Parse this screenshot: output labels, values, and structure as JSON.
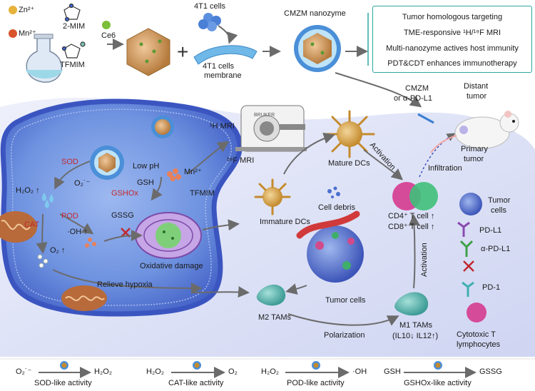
{
  "top": {
    "zn": "Zn²⁺",
    "mn": "Mn²⁺",
    "mim": "2-MIM",
    "tfmim": "TFMIM",
    "ce6": "Ce6",
    "cells": "4T1 cells",
    "membrane1": "4T1 cells",
    "membrane2": "membrane",
    "nanozyme": "CMZM nanozyme"
  },
  "features": [
    "Tumor homologous targeting",
    "TME-responsive ¹H/¹⁹F MRI",
    "Multi-nanozyme actives host immunity",
    "PDT&CDT enhances immunotherapy"
  ],
  "cell": {
    "sod": "SOD",
    "o2minus": "O₂˙⁻",
    "h2o2": "H₂O₂ ↑",
    "gshox": "GSHOx",
    "pod": "POD",
    "gssg": "GSSG",
    "cat": "CAT",
    "oh": "·OH ↑",
    "o2up": "O₂ ↑",
    "lowph": "Low pH",
    "gsh": "GSH",
    "mn": "Mn²⁺",
    "tfmim": "TFMIM",
    "oxidative": "Oxidative damage",
    "hypoxia": "Relieve hypoxia"
  },
  "imaging": {
    "h_mri": "¹H MRI",
    "f_mri": "¹⁹F MRI",
    "scanner": "BRUKER"
  },
  "immune": {
    "mature": "Mature DCs",
    "immature": "Immature DCs",
    "debris": "Cell debris",
    "activation1": "Activation",
    "infiltration": "Infiltration",
    "cd4": "CD4⁺ T cell ↑",
    "cd8": "CD8⁺ T cell ↑",
    "activation2": "Activation",
    "tumor_cells": "Tumor cells",
    "m2": "M2 TAMs",
    "polarization": "Polarization",
    "m1": "M1 TAMs",
    "m1sub": "(IL10↓ IL12↑)",
    "cmzm1": "CMZM",
    "cmzm2": "or α-PD-L1",
    "distant1": "Distant",
    "distant2": "tumor",
    "primary1": "Primary",
    "primary2": "tumor"
  },
  "legend": {
    "tumor1": "Tumor",
    "tumor2": "cells",
    "pdl1": "PD-L1",
    "antipdl1": "α-PD-L1",
    "pd1": "PD-1",
    "ctl1": "Cytotoxic T",
    "ctl2": "lymphocytes"
  },
  "bottom": [
    {
      "from": "O₂˙⁻",
      "to": "H₂O₂",
      "name": "SOD-like activity"
    },
    {
      "from": "H₂O₂",
      "to": "O₂",
      "name": "CAT-like activity"
    },
    {
      "from": "H₂O₂",
      "to": "·OH",
      "name": "POD-like activity"
    },
    {
      "from": "GSH",
      "to": "GSSG",
      "name": "GSHOx-like activity"
    }
  ],
  "colors": {
    "membrane": "#5a6fd0",
    "cytoplasm": "#6f93e0",
    "tme": "#d8dcf4",
    "accent": "#2ba8a0",
    "red": "#c0282f"
  }
}
